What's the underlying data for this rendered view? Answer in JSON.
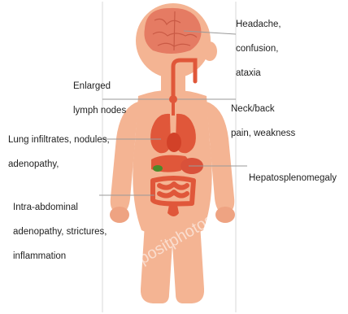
{
  "diagram": {
    "watermark": "depositphotos",
    "labels": {
      "brain": [
        "Headache,",
        "confusion,",
        "ataxia"
      ],
      "lymph": [
        "Enlarged",
        "lymph nodes"
      ],
      "spine": [
        "Neck/back",
        "pain, weakness"
      ],
      "lungs": [
        "Lung infiltrates, nodules,",
        "adenopathy,"
      ],
      "liver": [
        "Hepatosplenomegaly"
      ],
      "intestine": [
        "Intra-abdominal",
        "adenopathy, strictures,",
        "inflammation"
      ]
    },
    "colors": {
      "body": "#f4b493",
      "body_shade": "#eea382",
      "brain": "#e57b63",
      "organs": "#e0573a",
      "lines": "#9a9a9a"
    }
  }
}
